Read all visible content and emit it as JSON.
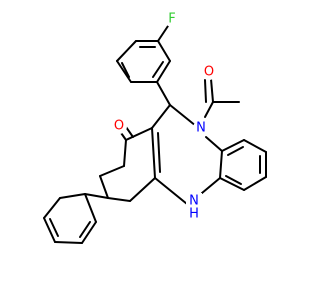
{
  "molecule": {
    "atoms": {
      "fluorine": {
        "symbol": "F",
        "color": "#33cc33"
      },
      "acetyl_oxygen": {
        "symbol": "O",
        "color": "#ff0000"
      },
      "ring_nitrogen": {
        "symbol": "N",
        "color": "#0000ff"
      },
      "ketone_oxygen": {
        "symbol": "O",
        "color": "#ff0000"
      },
      "amine_nitrogen": {
        "symbol": "N",
        "color": "#0000ff"
      },
      "amine_hydrogen": {
        "symbol": "H",
        "color": "#0000ff"
      }
    },
    "bond_color": "#000000",
    "background": "#ffffff"
  }
}
